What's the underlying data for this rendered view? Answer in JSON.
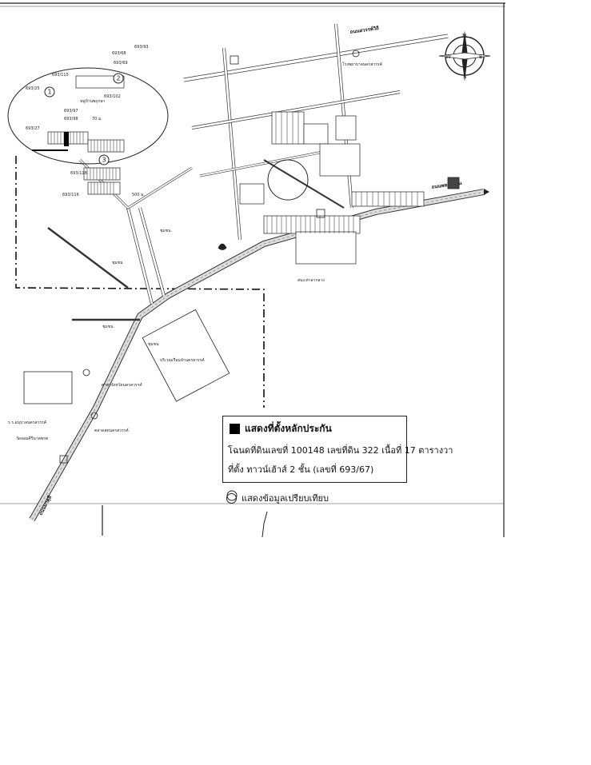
{
  "legend": {
    "title": "แสดงที่ตั้งหลักประกัน",
    "line1": "โฉนดที่ดินเลขที่ 100148 เลขที่ดิน 322 เนื้อที่ 17 ตารางวา",
    "line2": "ที่ตั้ง ทาวน์เฮ้าส์ 2 ชั้น (เลขที่ 693/67)",
    "compare": "แสดงข้อมูลเปรียบเทียบ"
  },
  "compass": {
    "n": "N",
    "s": "S",
    "e": "E",
    "w": "W"
  },
  "markers": [
    "1",
    "2",
    "3"
  ],
  "house_numbers": [
    "693/93",
    "693/68",
    "693/69",
    "693/115",
    "693/25",
    "693/97",
    "693/98",
    "693/27",
    "693/102",
    "693/118",
    "693/116"
  ],
  "distances": [
    "70 ม.",
    "500 ม."
  ],
  "labels": {
    "community_1": "ชุมชน",
    "community_2": "ชุมชน",
    "community_3": "ชุมชน",
    "community_4": "ชุมชน",
    "district_office": "ศาลาจังหวัดนครสวรรค์",
    "school": "ร.ร.อนุบาลนครสวรรค์",
    "temple": "วัดจอมคีรีนาคพรต",
    "hospital": "โรงพยาบาลนครสวรรค์",
    "road_main": "ถนนพหลโยธิน",
    "road_2": "ถนนสวรรค์วิถี",
    "road_3": "ถนนมาตุลี",
    "area": "บริเวณเรือนจำนครสวรรค์",
    "market": "ตลาดสดนครสวรรค์",
    "town_hall": "สนง.ศาลากลาง",
    "village": "หมู่บ้านพฤกษา"
  },
  "colors": {
    "ink": "#222222",
    "road_fill": "#dddddd"
  }
}
